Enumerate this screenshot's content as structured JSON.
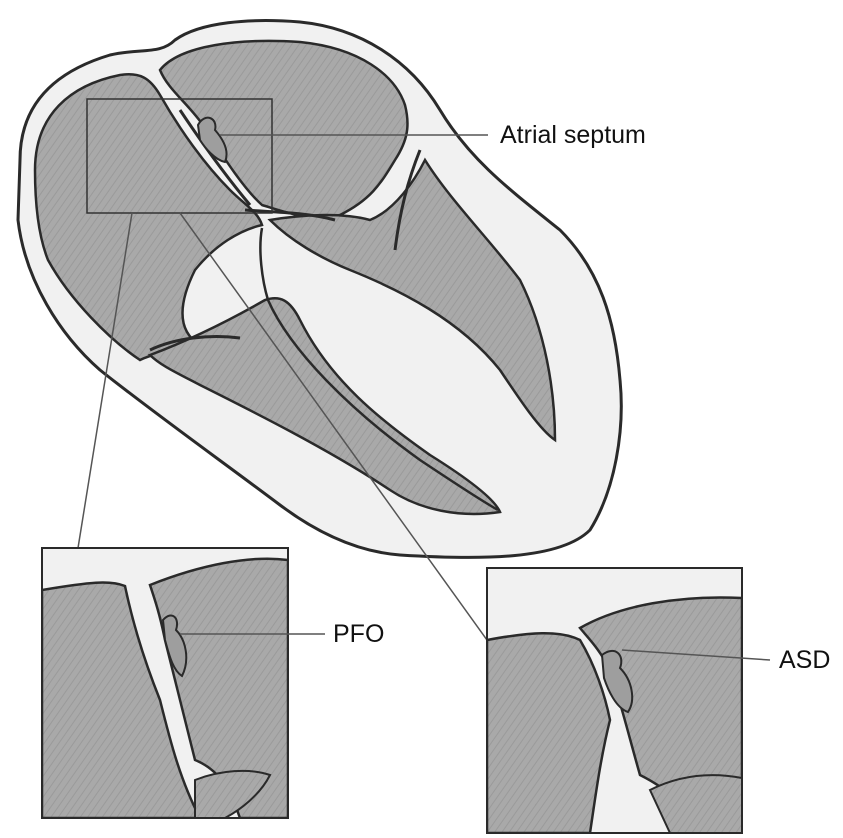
{
  "labels": {
    "atrial_septum": "Atrial septum",
    "pfo": "PFO",
    "asd": "ASD"
  },
  "colors": {
    "chamber_fill": "#a8a8a8",
    "wall_fill": "#f2f2f2",
    "outline": "#2a2a2a",
    "leader_line": "#555555",
    "background": "#ffffff"
  }
}
